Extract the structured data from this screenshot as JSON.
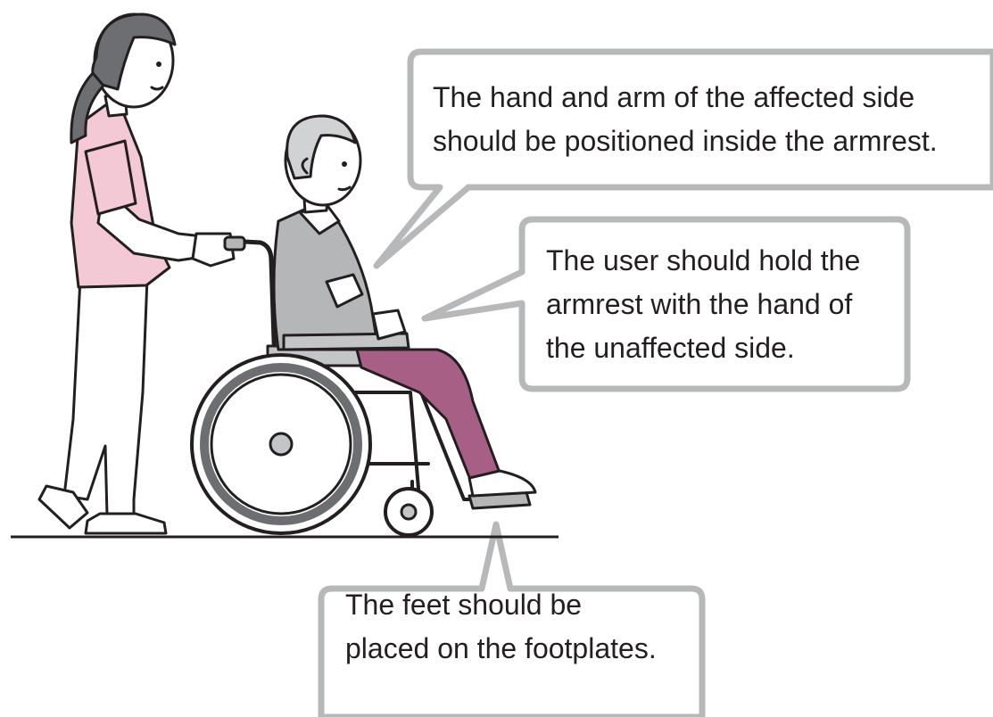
{
  "callouts": {
    "affected_side": {
      "lines": [
        "The hand and arm of the affected side",
        "should be positioned inside the armrest."
      ]
    },
    "unaffected_side": {
      "lines": [
        "The user should hold the",
        "armrest with the hand of",
        "the unaffected side."
      ]
    },
    "feet": {
      "lines": [
        "The feet should be",
        "placed on the footplates."
      ]
    }
  },
  "colors": {
    "outline": "#231f20",
    "callout_border": "#b7b8ba",
    "caregiver_shirt": "#f4c9d6",
    "patient_sweater": "#b5b6b8",
    "patient_pants": "#a85f86",
    "seat": "#c4c5c7",
    "hair_caregiver": "#6d6e71",
    "hair_patient": "#d1d2d4"
  }
}
